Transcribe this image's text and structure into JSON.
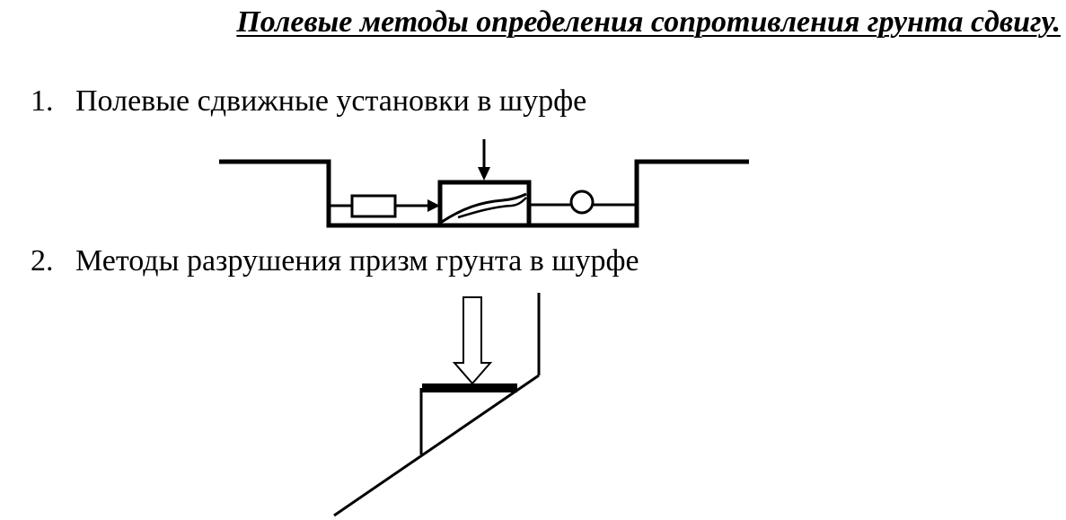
{
  "title": "Полевые методы определения сопротивления грунта сдвигу.",
  "items": [
    {
      "number": "1.",
      "text": "Полевые сдвижные установки в шурфе"
    },
    {
      "number": "2.",
      "text": "Методы разрушения призм грунта в шурфе"
    }
  ]
}
